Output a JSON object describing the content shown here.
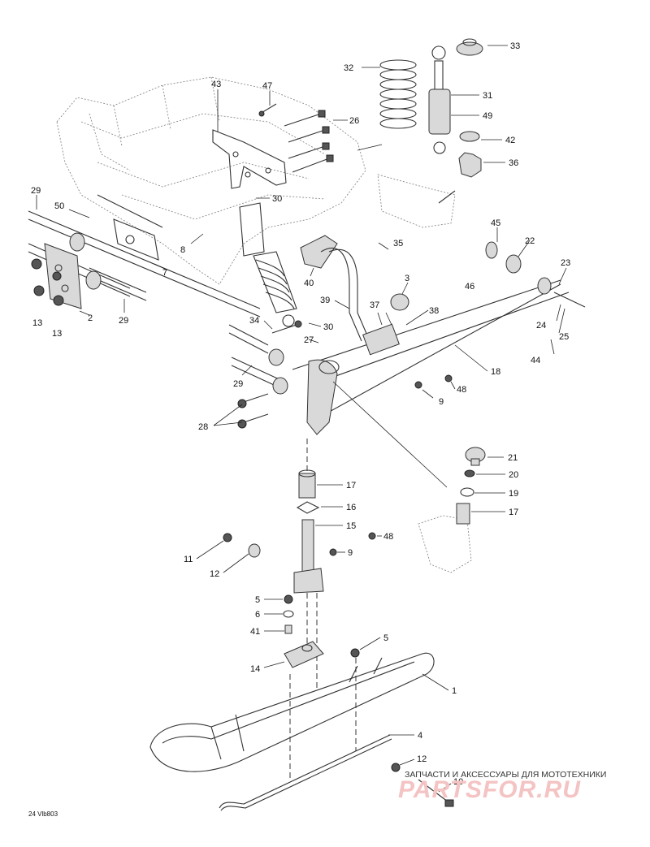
{
  "diagram_code": "24 Vlb803",
  "watermark": {
    "caption": "ЗАПЧАСТИ И АКСЕССУАРЫ ДЛЯ МОТОТЕХНИКИ",
    "brand": "PARTSFOR.RU"
  },
  "callouts": [
    {
      "id": "c33",
      "text": "33"
    },
    {
      "id": "c32",
      "text": "32"
    },
    {
      "id": "c31",
      "text": "31"
    },
    {
      "id": "c49",
      "text": "49"
    },
    {
      "id": "c42",
      "text": "42"
    },
    {
      "id": "c36",
      "text": "36"
    },
    {
      "id": "c43",
      "text": "43"
    },
    {
      "id": "c47",
      "text": "47"
    },
    {
      "id": "c26",
      "text": "26"
    },
    {
      "id": "c29a",
      "text": "29"
    },
    {
      "id": "c50",
      "text": "50"
    },
    {
      "id": "c30a",
      "text": "30"
    },
    {
      "id": "c8",
      "text": "8"
    },
    {
      "id": "c7",
      "text": "7"
    },
    {
      "id": "c2",
      "text": "2"
    },
    {
      "id": "c13a",
      "text": "13"
    },
    {
      "id": "c13b",
      "text": "13"
    },
    {
      "id": "c29b",
      "text": "29"
    },
    {
      "id": "c45",
      "text": "45"
    },
    {
      "id": "c22",
      "text": "22"
    },
    {
      "id": "c35",
      "text": "35"
    },
    {
      "id": "c23",
      "text": "23"
    },
    {
      "id": "c40",
      "text": "40"
    },
    {
      "id": "c3",
      "text": "3"
    },
    {
      "id": "c46",
      "text": "46"
    },
    {
      "id": "c39",
      "text": "39"
    },
    {
      "id": "c37",
      "text": "37"
    },
    {
      "id": "c38",
      "text": "38"
    },
    {
      "id": "c24",
      "text": "24"
    },
    {
      "id": "c25",
      "text": "25"
    },
    {
      "id": "c34",
      "text": "34"
    },
    {
      "id": "c30b",
      "text": "30"
    },
    {
      "id": "c27",
      "text": "27"
    },
    {
      "id": "c44",
      "text": "44"
    },
    {
      "id": "c18",
      "text": "18"
    },
    {
      "id": "c29c",
      "text": "29"
    },
    {
      "id": "c48a",
      "text": "48"
    },
    {
      "id": "c9a",
      "text": "9"
    },
    {
      "id": "c28",
      "text": "28"
    },
    {
      "id": "c21",
      "text": "21"
    },
    {
      "id": "c20",
      "text": "20"
    },
    {
      "id": "c19",
      "text": "19"
    },
    {
      "id": "c17a",
      "text": "17"
    },
    {
      "id": "c17b",
      "text": "17"
    },
    {
      "id": "c16",
      "text": "16"
    },
    {
      "id": "c15",
      "text": "15"
    },
    {
      "id": "c48b",
      "text": "48"
    },
    {
      "id": "c11",
      "text": "11"
    },
    {
      "id": "c9b",
      "text": "9"
    },
    {
      "id": "c12a",
      "text": "12"
    },
    {
      "id": "c5a",
      "text": "5"
    },
    {
      "id": "c6",
      "text": "6"
    },
    {
      "id": "c41",
      "text": "41"
    },
    {
      "id": "c5b",
      "text": "5"
    },
    {
      "id": "c1",
      "text": "1"
    },
    {
      "id": "c14",
      "text": "14"
    },
    {
      "id": "c4",
      "text": "4"
    },
    {
      "id": "c12b",
      "text": "12"
    },
    {
      "id": "c10",
      "text": "10"
    }
  ]
}
